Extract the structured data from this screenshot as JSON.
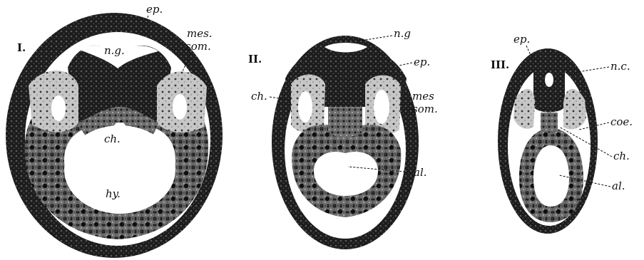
{
  "figures": [
    {
      "numeral": "I.",
      "labels": {
        "ep": "ep.",
        "mes": "mes.",
        "som": "som.",
        "ng": "n.g.",
        "ch": "ch.",
        "hy": "hy."
      }
    },
    {
      "numeral": "II.",
      "labels": {
        "ng": "n.g",
        "ep": "ep.",
        "ch": "ch.",
        "mes": "mes",
        "som": "som.",
        "al": "al."
      }
    },
    {
      "numeral": "III.",
      "labels": {
        "ep": "ep.",
        "nc": "n.c.",
        "coe": "coe.",
        "ch": "ch.",
        "al": "al."
      }
    }
  ]
}
